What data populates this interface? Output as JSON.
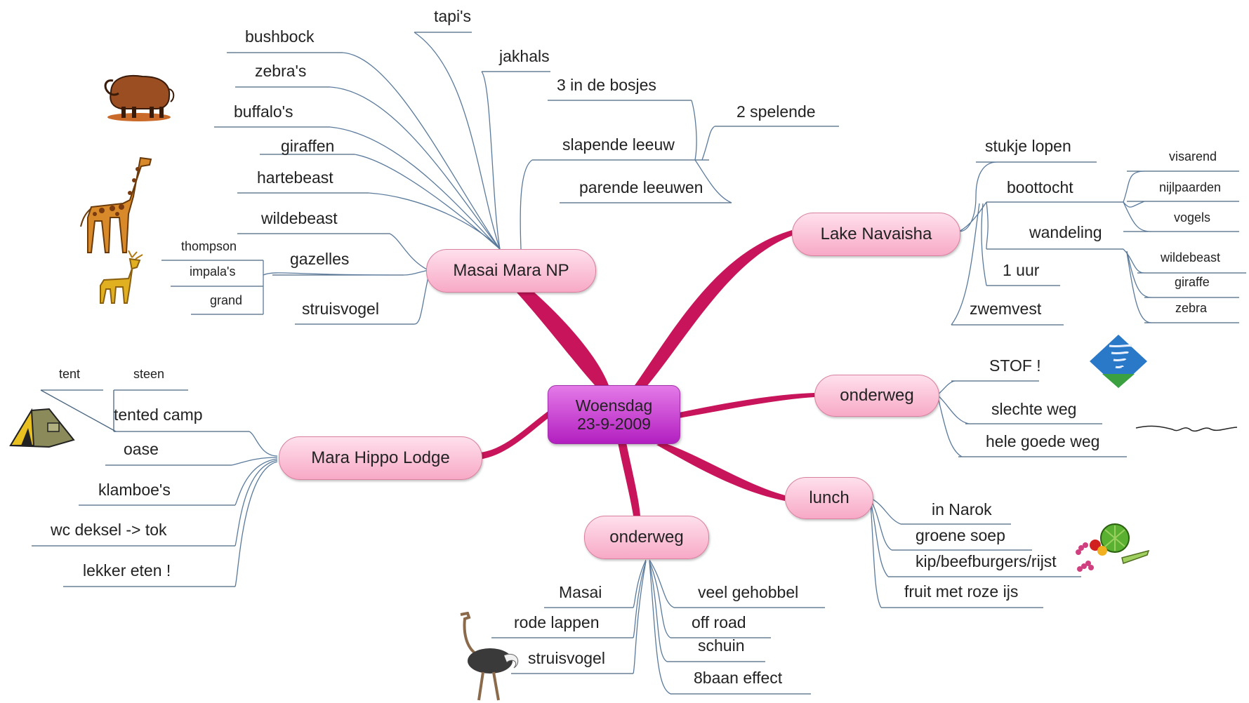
{
  "center": {
    "line1": "Woensdag",
    "line2": "23-9-2009"
  },
  "branches": {
    "masai_mara": "Masai Mara NP",
    "lake_navaisha": "Lake Navaisha",
    "onderweg_right": "onderweg",
    "lunch": "lunch",
    "onderweg_bottom": "onderweg",
    "mara_hippo": "Mara Hippo Lodge"
  },
  "masai_mara": {
    "tapis": "tapi's",
    "bushbock": "bushbock",
    "jakhals": "jakhals",
    "zebras": "zebra's",
    "drie_bosjes": "3 in  de bosjes",
    "twee_spelende": "2 spelende",
    "buffalos": "buffalo's",
    "slapende_leeuw": "slapende leeuw",
    "giraffen": "giraffen",
    "parende_leeuwen": "parende leeuwen",
    "hartebeast": "hartebeast",
    "wildebeast": "wildebeast",
    "gazelles": "gazelles",
    "thompson": "thompson",
    "impalas": "impala's",
    "grand": "grand",
    "struisvogel": "struisvogel"
  },
  "lake_navaisha": {
    "stukje_lopen": "stukje lopen",
    "boottocht": "boottocht",
    "visarend": "visarend",
    "nijlpaarden": "nijlpaarden",
    "vogels": "vogels",
    "wandeling": "wandeling",
    "wildebeast": "wildebeast",
    "giraffe": "giraffe",
    "zebra": "zebra",
    "een_uur": "1 uur",
    "zwemvest": "zwemvest"
  },
  "onderweg_right": {
    "stof": "STOF !",
    "slechte_weg": "slechte weg",
    "hele_goede_weg": "hele goede weg"
  },
  "lunch": {
    "in_narok": "in Narok",
    "groene_soep": "groene soep",
    "kip": "kip/beefburgers/rijst",
    "fruit": "fruit met roze ijs"
  },
  "onderweg_bottom": {
    "masai": "Masai",
    "rode_lappen": "rode lappen",
    "struisvogel": "struisvogel",
    "veel_gehobbel": "veel gehobbel",
    "off_road": "off road",
    "schuin": "schuin",
    "achtbaan": "8baan effect"
  },
  "mara_hippo": {
    "tent": "tent",
    "steen": "steen",
    "tented_camp": "tented camp",
    "oase": "oase",
    "klamboes": "klamboe's",
    "wc_deksel": "wc deksel -> tok",
    "lekker_eten": "lekker eten !"
  },
  "clipart": [
    "buffalo-clipart",
    "giraffe-clipart",
    "deer-clipart",
    "tent-clipart",
    "tornado-clipart",
    "squiggle-line",
    "vegetables-clipart",
    "ostrich-clipart"
  ],
  "colors": {
    "trunk": "#c8145a",
    "branch_fill": "#f9b3cf",
    "center_fill": "#c03ccb",
    "connector": "#5a7a9c"
  }
}
